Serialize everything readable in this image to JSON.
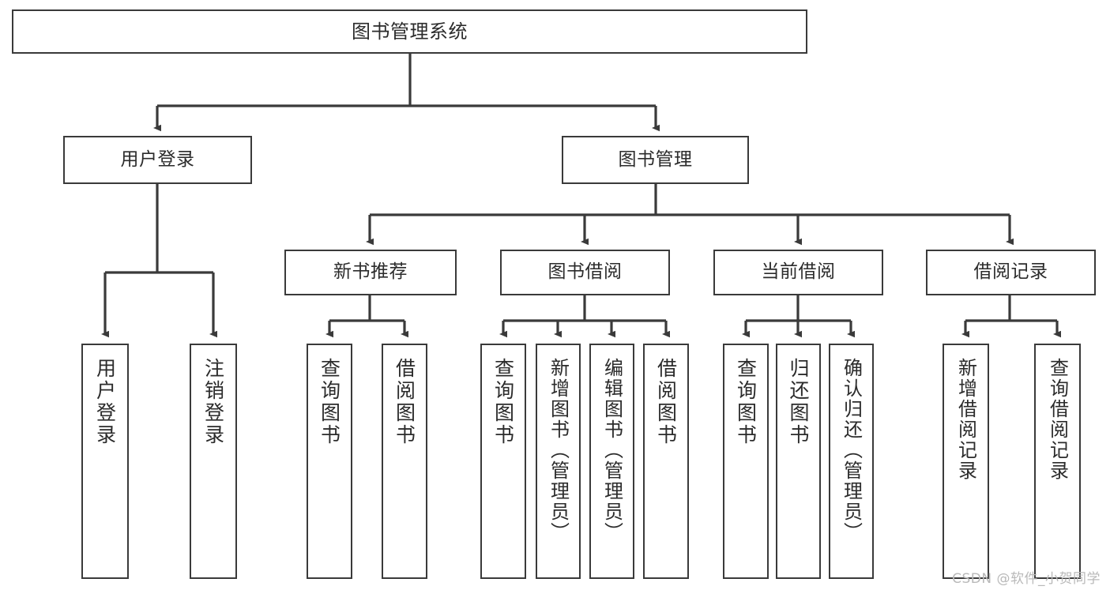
{
  "diagram": {
    "title": "图书管理系统",
    "type": "tree",
    "watermark": "CSDN @软件_小贺同学",
    "line_color": "#3a3a3a",
    "text_color": "#2b2b2b",
    "background": "#ffffff",
    "nodes": {
      "root": {
        "label": "图书管理系统"
      },
      "level1": [
        {
          "id": "user-login",
          "label": "用户登录"
        },
        {
          "id": "book-manage",
          "label": "图书管理"
        }
      ],
      "level2": [
        {
          "id": "new-book-rec",
          "label": "新书推荐",
          "parent": "book-manage"
        },
        {
          "id": "book-borrow",
          "label": "图书借阅",
          "parent": "book-manage"
        },
        {
          "id": "current-borrow",
          "label": "当前借阅",
          "parent": "book-manage"
        },
        {
          "id": "borrow-record",
          "label": "借阅记录",
          "parent": "book-manage"
        }
      ],
      "leaves": [
        {
          "id": "leaf-user-login",
          "label": "用户登录",
          "parent": "user-login"
        },
        {
          "id": "leaf-logout-login",
          "label": "注销登录",
          "parent": "user-login"
        },
        {
          "id": "leaf-query-book-1",
          "label": "查询图书",
          "parent": "new-book-rec"
        },
        {
          "id": "leaf-borrow-book-1",
          "label": "借阅图书",
          "parent": "new-book-rec"
        },
        {
          "id": "leaf-query-book-2",
          "label": "查询图书",
          "parent": "book-borrow"
        },
        {
          "id": "leaf-add-book",
          "label": "新增图书（管理员）",
          "parent": "book-borrow"
        },
        {
          "id": "leaf-edit-book",
          "label": "编辑图书（管理员）",
          "parent": "book-borrow"
        },
        {
          "id": "leaf-borrow-book-2",
          "label": "借阅图书",
          "parent": "book-borrow"
        },
        {
          "id": "leaf-query-book-3",
          "label": "查询图书",
          "parent": "current-borrow"
        },
        {
          "id": "leaf-return-book",
          "label": "归还图书",
          "parent": "current-borrow"
        },
        {
          "id": "leaf-confirm-return",
          "label": "确认归还（管理员）",
          "parent": "current-borrow"
        },
        {
          "id": "leaf-add-record",
          "label": "新增借阅记录",
          "parent": "borrow-record"
        },
        {
          "id": "leaf-query-record",
          "label": "查询借阅记录",
          "parent": "borrow-record"
        }
      ]
    }
  }
}
